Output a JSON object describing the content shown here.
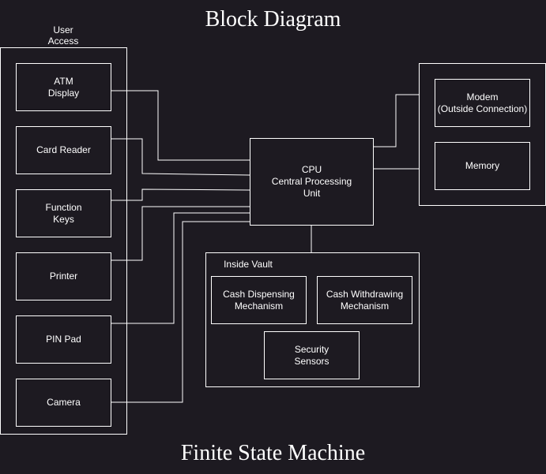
{
  "header": {
    "title": "Block Diagram"
  },
  "footer": {
    "title": "Finite State Machine"
  },
  "user_access": {
    "label": "User\nAccess",
    "items": [
      {
        "label": "ATM\nDisplay"
      },
      {
        "label": "Card Reader"
      },
      {
        "label": "Function\nKeys"
      },
      {
        "label": "Printer"
      },
      {
        "label": "PIN Pad"
      },
      {
        "label": "Camera"
      }
    ]
  },
  "cpu": {
    "label": "CPU\nCentral Processing\nUnit"
  },
  "external": {
    "items": [
      {
        "label": "Modem\n(Outside Connection)"
      },
      {
        "label": "Memory"
      }
    ]
  },
  "vault": {
    "label": "Inside Vault",
    "items": [
      {
        "label": "Cash Dispensing\nMechanism"
      },
      {
        "label": "Cash Withdrawing\nMechanism"
      },
      {
        "label": "Security\nSensors"
      }
    ]
  },
  "colors": {
    "background": "#1d1a21",
    "stroke": "#ffffff",
    "text": "#ffffff"
  }
}
